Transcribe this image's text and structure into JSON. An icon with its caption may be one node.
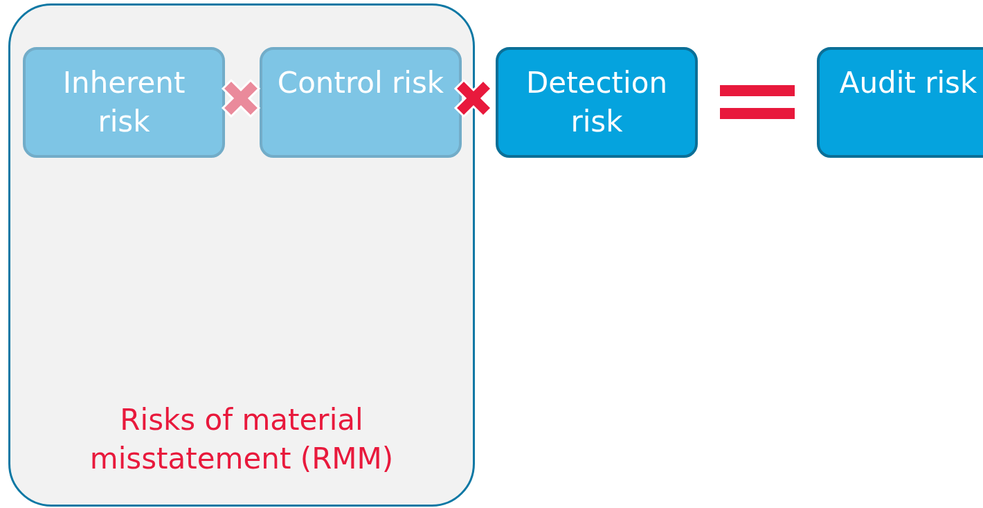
{
  "diagram": {
    "nodes": [
      {
        "text": [
          "Risks of material misstatement (RMM)"
        ]
      },
      {
        "text": [
          "Inherent risk"
        ],
        "in": 0
      },
      {
        "text": [
          "Control risk"
        ],
        "in": 0
      },
      {
        "text": [
          "Detection risk"
        ]
      },
      {
        "text": [
          "Audit risk"
        ]
      }
    ]
  }
}
